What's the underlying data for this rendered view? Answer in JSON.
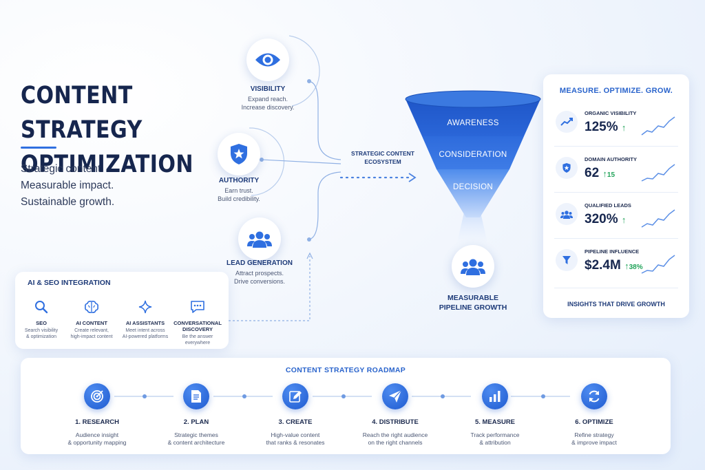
{
  "title": {
    "line1": "CONTENT STRATEGY",
    "line2": "OPTIMIZATION"
  },
  "tagline": [
    "Strategic content.",
    "Measurable impact.",
    "Sustainable growth."
  ],
  "pillars": [
    {
      "icon": "eye-icon",
      "title": "VISIBILITY",
      "sub": [
        "Expand reach.",
        "Increase discovery."
      ]
    },
    {
      "icon": "shield-star-icon",
      "title": "AUTHORITY",
      "sub": [
        "Earn trust.",
        "Build credibility."
      ]
    },
    {
      "icon": "people-icon",
      "title": "LEAD GENERATION",
      "sub": [
        "Attract prospects.",
        "Drive conversions."
      ]
    }
  ],
  "ecosystem_label": [
    "STRATEGIC CONTENT",
    "ECOSYSTEM"
  ],
  "ai_seo": {
    "title": "AI & SEO INTEGRATION",
    "items": [
      {
        "icon": "search-icon",
        "name": [
          "SEO"
        ],
        "desc": [
          "Search visibility",
          "& optimization"
        ]
      },
      {
        "icon": "brain-icon",
        "name": [
          "AI CONTENT"
        ],
        "desc": [
          "Create relevant,",
          "high-impact content"
        ]
      },
      {
        "icon": "sparkle-icon",
        "name": [
          "AI ASSISTANTS"
        ],
        "desc": [
          "Meet intent across",
          "AI-powered platforms"
        ]
      },
      {
        "icon": "chat-icon",
        "name": [
          "CONVERSATIONAL",
          "DISCOVERY"
        ],
        "desc": [
          "Be the answer",
          "everywhere"
        ]
      }
    ]
  },
  "funnel": {
    "stages": [
      "AWARENESS",
      "CONSIDERATION",
      "DECISION"
    ],
    "outcome": [
      "MEASURABLE",
      "PIPELINE GROWTH"
    ]
  },
  "metrics": {
    "title": "MEASURE. OPTIMIZE. GROW.",
    "items": [
      {
        "icon": "chart-icon",
        "label": "ORGANIC VISIBILITY",
        "value": "125%",
        "delta": ""
      },
      {
        "icon": "shield-star-icon",
        "label": "DOMAIN AUTHORITY",
        "value": "62",
        "delta": "15"
      },
      {
        "icon": "people-icon",
        "label": "QUALIFIED LEADS",
        "value": "320%",
        "delta": ""
      },
      {
        "icon": "funnel-icon",
        "label": "PIPELINE INFLUENCE",
        "value": "$2.4M",
        "delta": "38%"
      }
    ],
    "footer": "INSIGHTS THAT DRIVE GROWTH"
  },
  "roadmap": {
    "title": "CONTENT STRATEGY ROADMAP",
    "steps": [
      {
        "icon": "target-icon",
        "name": "1. RESEARCH",
        "desc": [
          "Audience insight",
          "& opportunity mapping"
        ]
      },
      {
        "icon": "document-icon",
        "name": "2. PLAN",
        "desc": [
          "Strategic themes",
          "& content architecture"
        ]
      },
      {
        "icon": "pencil-icon",
        "name": "3. CREATE",
        "desc": [
          "High-value content",
          "that ranks & resonates"
        ]
      },
      {
        "icon": "send-icon",
        "name": "4. DISTRIBUTE",
        "desc": [
          "Reach the right audience",
          "on the right channels"
        ]
      },
      {
        "icon": "bar-chart-icon",
        "name": "5. MEASURE",
        "desc": [
          "Track performance",
          "& attribution"
        ]
      },
      {
        "icon": "refresh-icon",
        "name": "6. OPTIMIZE",
        "desc": [
          "Refine strategy",
          "& improve impact"
        ]
      }
    ]
  },
  "colors": {
    "brand": "#2f6fe0",
    "dark": "#16264e",
    "positive": "#22a35a"
  }
}
